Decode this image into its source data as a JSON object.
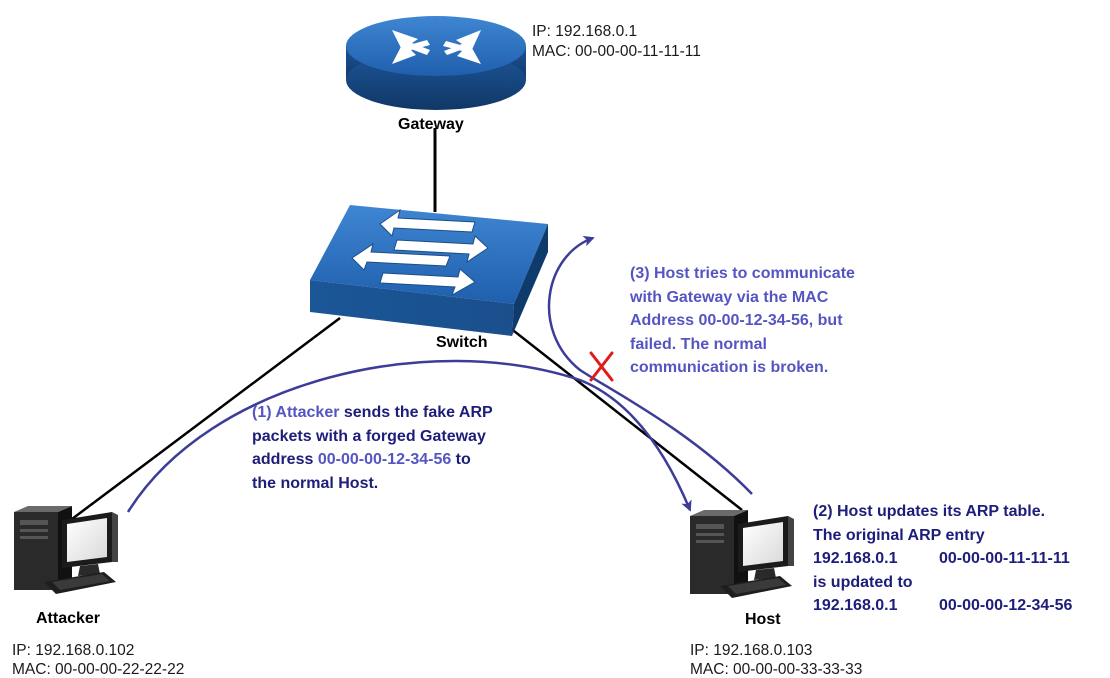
{
  "gateway": {
    "name": "Gateway",
    "ip": "IP: 192.168.0.1",
    "mac": "MAC: 00-00-00-11-11-11"
  },
  "switch": {
    "name": "Switch"
  },
  "attacker": {
    "name": "Attacker",
    "ip": "IP: 192.168.0.102",
    "mac": "MAC: 00-00-00-22-22-22"
  },
  "host": {
    "name": "Host",
    "ip": "IP: 192.168.0.103",
    "mac": "MAC: 00-00-00-33-33-33"
  },
  "step1": {
    "num": "(1) ",
    "actor": "Attacker",
    "line1_rest": " sends the fake ARP",
    "line2": "packets with a forged Gateway",
    "line3_pre": "address ",
    "mac": "00-00-00-12-34-56",
    "line3_post": " to",
    "line4": "the normal Host."
  },
  "step2": {
    "line1": "(2) Host updates its ARP table.",
    "line2": "The original ARP entry",
    "entry_old_ip": "192.168.0.1",
    "entry_old_mac": "00-00-00-11-11-11",
    "line4": "is updated to",
    "entry_new_ip": "192.168.0.1",
    "entry_new_mac": "00-00-00-12-34-56"
  },
  "step3": {
    "line1": "(3) Host tries to communicate",
    "line2": "with Gateway via the MAC",
    "line3": "Address  00-00-12-34-56, but",
    "line4": "failed. The normal",
    "line5": "communication is broken."
  },
  "colors": {
    "note_text": "#1d1d7a",
    "highlight_text": "#5555c2",
    "arrow": "#3d3d99",
    "device_blue": "#1f5fa8",
    "fail_mark": "#e01b1b"
  },
  "icons": [
    "router-icon",
    "switch-icon",
    "computer-icon",
    "x-mark-icon"
  ]
}
